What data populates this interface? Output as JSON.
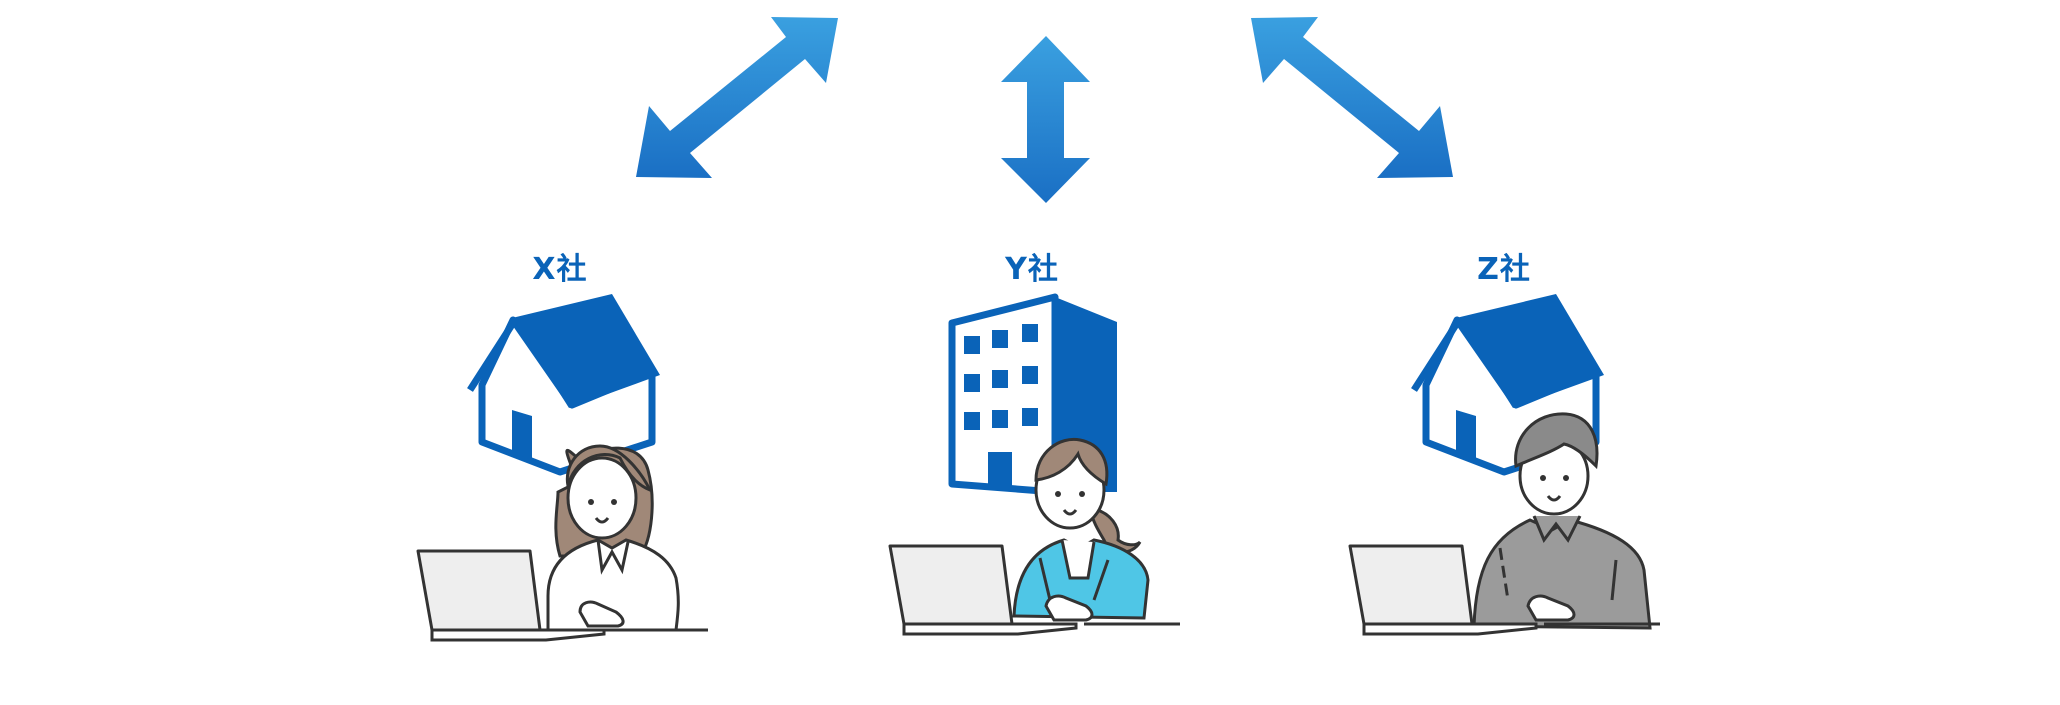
{
  "companies": [
    {
      "label": "X社",
      "building": "house-icon",
      "person": "woman-with-long-hair",
      "shirt_color": "#ffffff",
      "hair_color": "#a08878"
    },
    {
      "label": "Y社",
      "building": "office-building-icon",
      "person": "woman-with-ponytail",
      "shirt_color": "#4fc6e6",
      "hair_color": "#a08878"
    },
    {
      "label": "Z社",
      "building": "house-icon",
      "person": "man-with-short-hair",
      "shirt_color": "#9b9b9b",
      "hair_color": "#8a8a8a"
    }
  ],
  "colors": {
    "primary_blue": "#0a63b8",
    "arrow_light": "#3aa0e0",
    "arrow_dark": "#1a6fc4",
    "laptop_fill": "#eeeeee",
    "outline": "#333333",
    "skin": "#ffffff"
  },
  "arrows": [
    {
      "name": "diagonal-arrow-to-x",
      "direction": "bidirectional"
    },
    {
      "name": "vertical-arrow-to-y",
      "direction": "bidirectional"
    },
    {
      "name": "diagonal-arrow-to-z",
      "direction": "bidirectional"
    }
  ]
}
